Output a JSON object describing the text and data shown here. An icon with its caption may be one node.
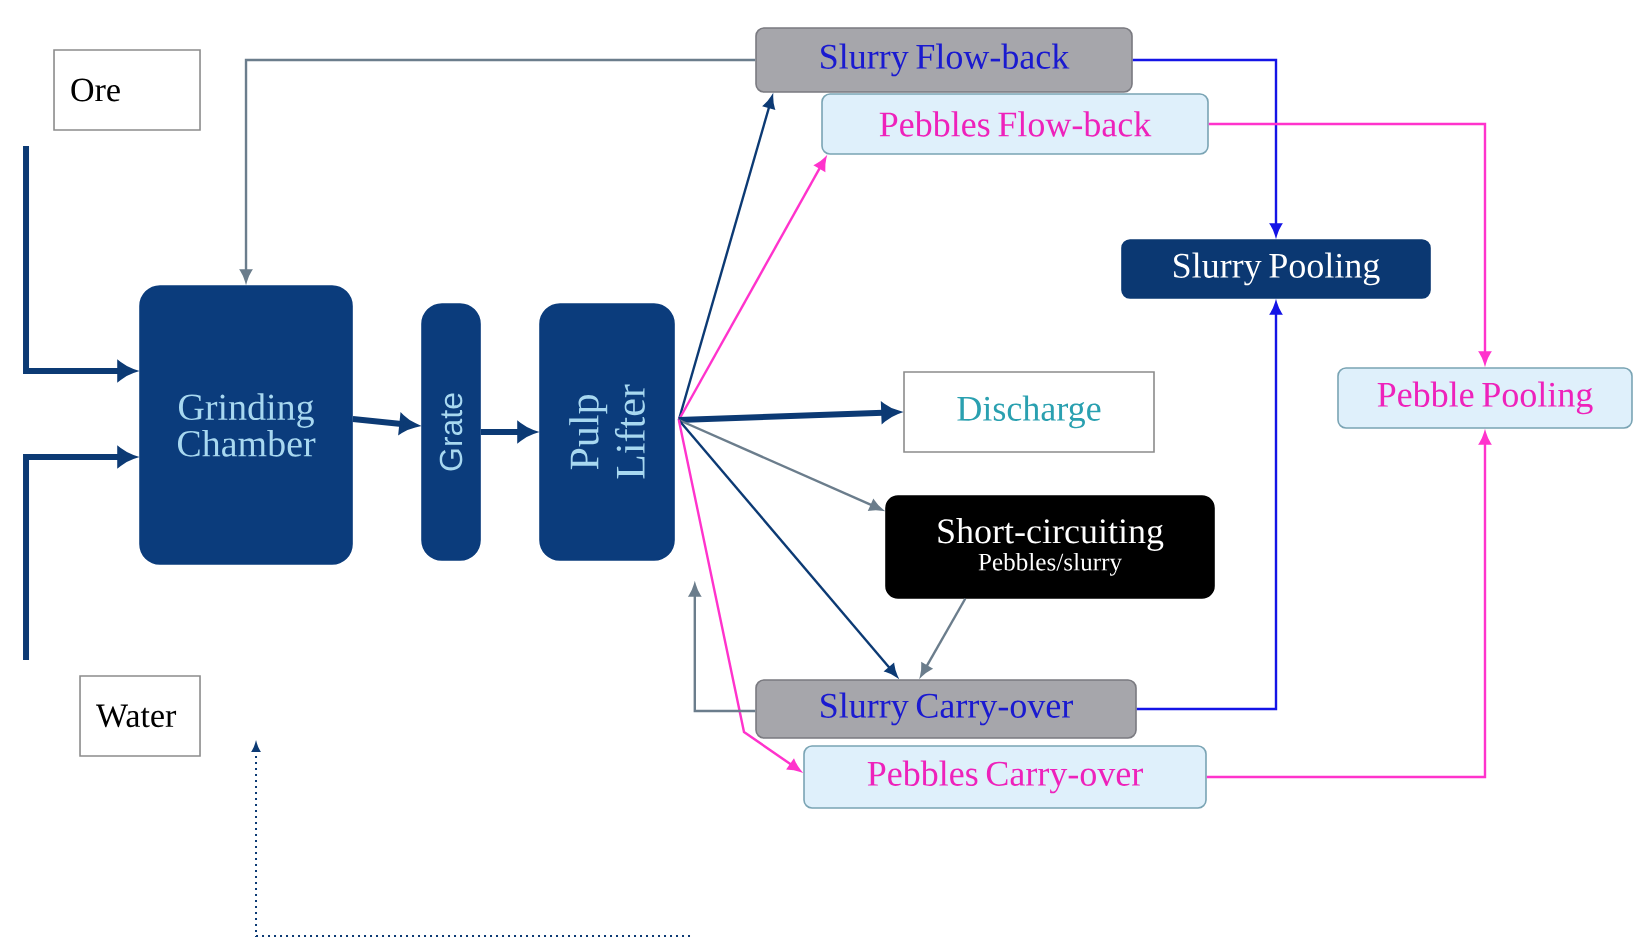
{
  "diagram": {
    "nodes": [
      {
        "text": [
          "Ore"
        ]
      },
      {
        "text": [
          "Water"
        ]
      },
      {
        "text": [
          "Grinding Chamber"
        ]
      },
      {
        "text": [
          "Grate"
        ]
      },
      {
        "text": [
          "Pulp Lifter"
        ]
      },
      {
        "text": [
          "Slurry Flow-back"
        ]
      },
      {
        "text": [
          "Pebbles Flow-back"
        ]
      },
      {
        "text": [
          "Slurry Pooling"
        ]
      },
      {
        "text": [
          "Discharge"
        ]
      },
      {
        "text": [
          "Pebble Pooling"
        ]
      },
      {
        "text": [
          "Short-circuiting",
          "Pebbles/slurry"
        ]
      },
      {
        "text": [
          "Slurry Carry-over"
        ]
      },
      {
        "text": [
          "Pebbles Carry-over"
        ]
      }
    ],
    "edges": [
      {
        "from": null,
        "to": 2,
        "arrow": "to",
        "style": "thick"
      },
      {
        "from": null,
        "to": 2,
        "arrow": "to",
        "style": "thick"
      },
      {
        "from": 2,
        "to": 3,
        "arrow": "to",
        "style": "thick"
      },
      {
        "from": 3,
        "to": 4,
        "arrow": "to",
        "style": "thick"
      },
      {
        "from": 5,
        "to": 2,
        "arrow": "to",
        "color": "#6b7d8c"
      },
      {
        "from": 4,
        "to": 5,
        "arrow": "to"
      },
      {
        "from": 4,
        "to": 6,
        "arrow": "to",
        "color": "#ff33cc"
      },
      {
        "from": 4,
        "to": 8,
        "arrow": "to",
        "style": "thick"
      },
      {
        "from": 4,
        "to": 10,
        "arrow": "to",
        "color": "#6b7d8c"
      },
      {
        "from": 4,
        "to": 11,
        "arrow": "to"
      },
      {
        "from": 4,
        "to": 12,
        "arrow": "to",
        "color": "#ff33cc"
      },
      {
        "from": 10,
        "to": 11,
        "arrow": "to",
        "color": "#6b7d8c"
      },
      {
        "from": 11,
        "to": 4,
        "arrow": "to",
        "color": "#6b7d8c"
      },
      {
        "from": 5,
        "to": 7,
        "arrow": "to",
        "color": "#1414e6"
      },
      {
        "from": 6,
        "to": 9,
        "arrow": "to",
        "color": "#ff33cc"
      },
      {
        "from": 11,
        "to": 7,
        "arrow": "to",
        "color": "#1414e6"
      },
      {
        "from": 12,
        "to": 9,
        "arrow": "to",
        "color": "#ff33cc"
      }
    ]
  }
}
